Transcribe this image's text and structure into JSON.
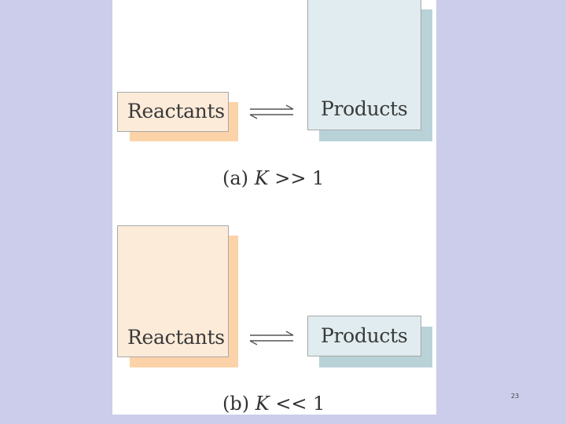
{
  "diagram_a": {
    "reactants_label": "Reactants",
    "products_label": "Products",
    "caption_prefix": "(a)",
    "caption_var": "K",
    "caption_rel": ">>",
    "caption_val": "1"
  },
  "diagram_b": {
    "reactants_label": "Reactants",
    "products_label": "Products",
    "caption_prefix": "(b)",
    "caption_var": "K",
    "caption_rel": "<<",
    "caption_val": "1"
  },
  "slide_number": "23",
  "colors": {
    "background": "#cccdeb",
    "reactants_fill": "#fdebd9",
    "reactants_shadow": "#fcd3a8",
    "products_fill": "#e0ecef",
    "products_shadow": "#b8d2d8"
  },
  "icons": [
    "equilibrium-arrow-icon"
  ]
}
